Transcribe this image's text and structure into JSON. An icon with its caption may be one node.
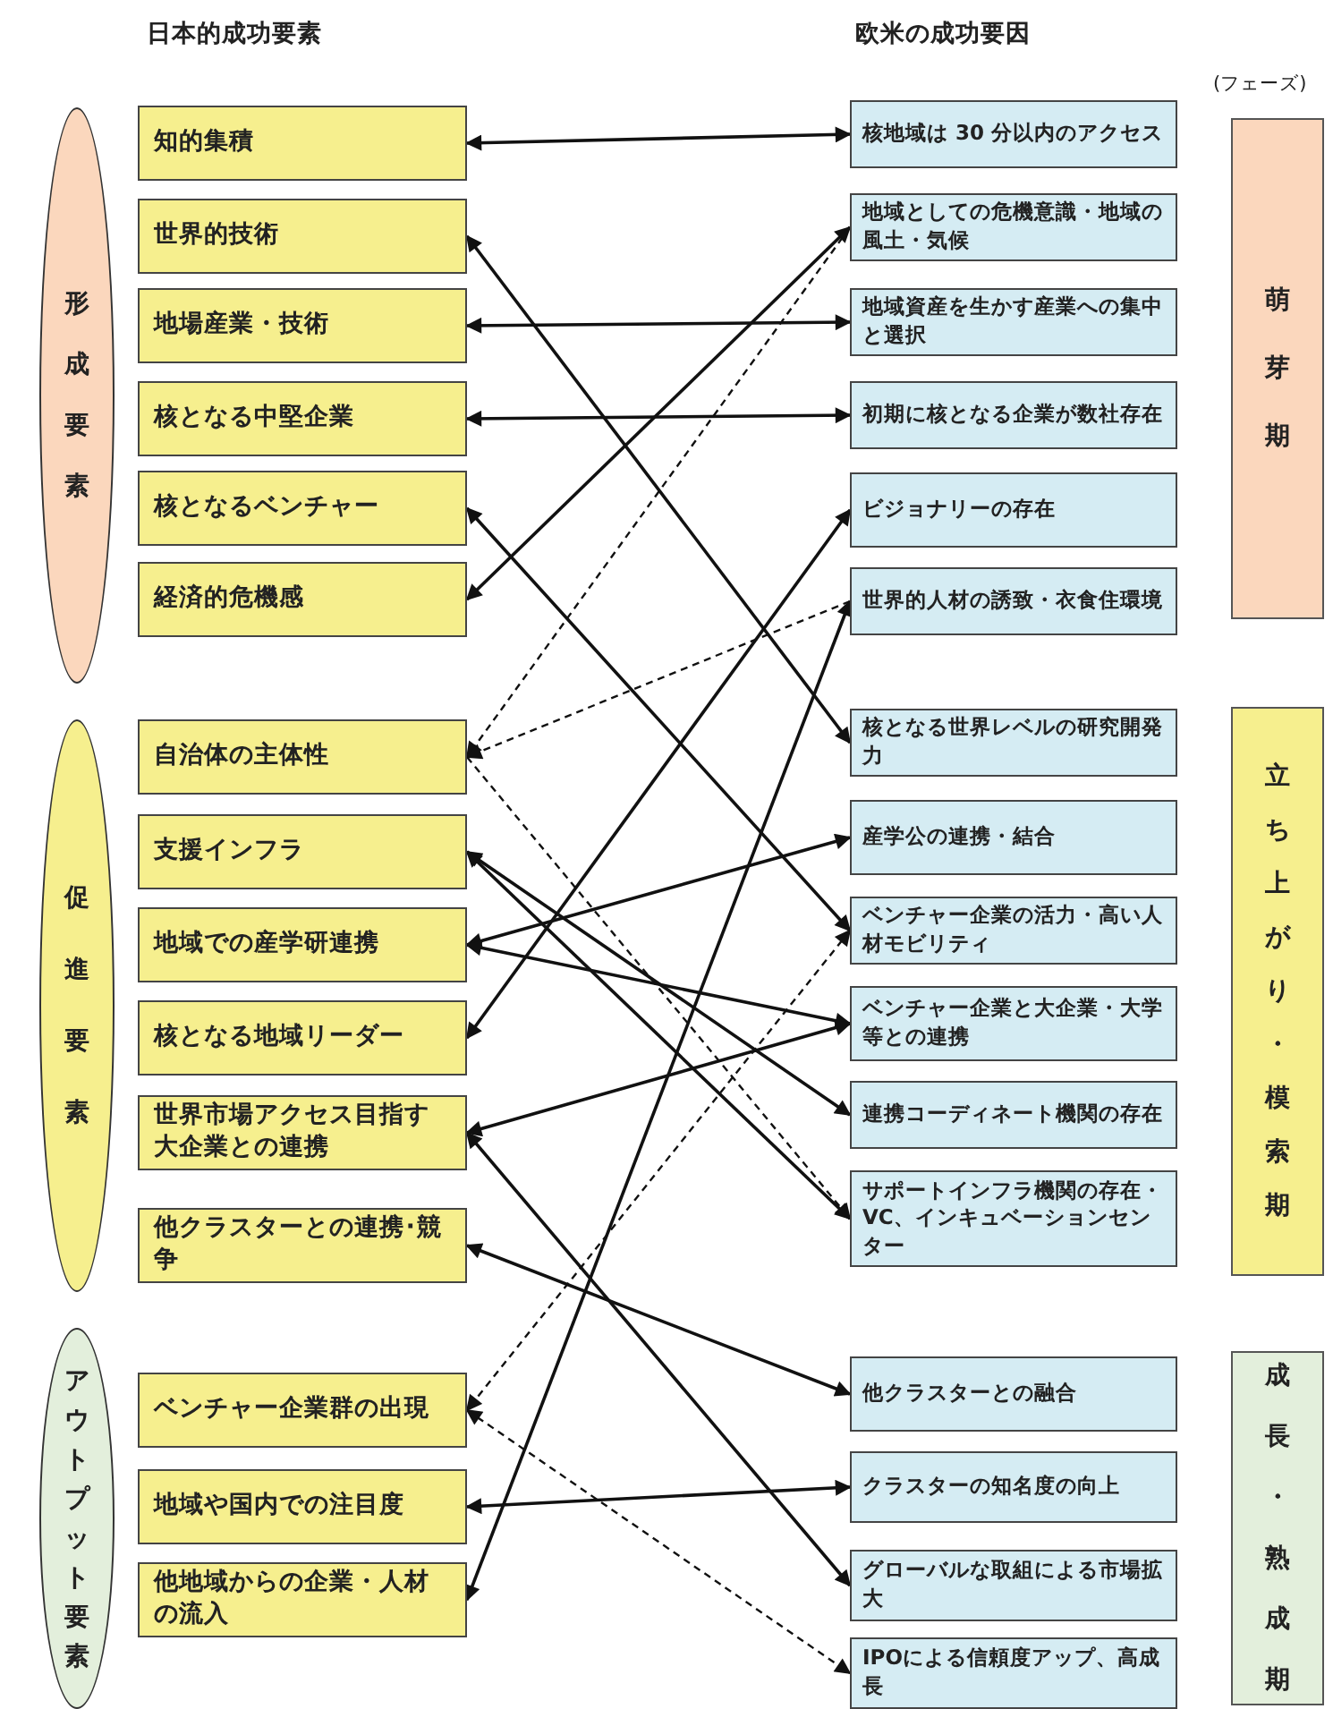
{
  "diagram": {
    "nodes": [
      {
        "text": [
          "形成要素"
        ]
      },
      {
        "text": [
          "促進要素"
        ]
      },
      {
        "text": [
          "アウトプット要素"
        ]
      },
      {
        "text": [
          "知的集積"
        ]
      },
      {
        "text": [
          "世界的技術"
        ]
      },
      {
        "text": [
          "地場産業・技術"
        ]
      },
      {
        "text": [
          "核となる中堅企業"
        ]
      },
      {
        "text": [
          "核となるベンチャー"
        ]
      },
      {
        "text": [
          "経済的危機感"
        ]
      },
      {
        "text": [
          "自治体の主体性"
        ]
      },
      {
        "text": [
          "支援インフラ"
        ]
      },
      {
        "text": [
          "地域での産学研連携"
        ]
      },
      {
        "text": [
          "核となる地域リーダー"
        ]
      },
      {
        "text": [
          "世界市場アクセス目指す大企業との連携"
        ]
      },
      {
        "text": [
          "他クラスターとの連携･競争"
        ]
      },
      {
        "text": [
          "ベンチャー企業群の出現"
        ]
      },
      {
        "text": [
          "地域や国内での注目度"
        ]
      },
      {
        "text": [
          "他地域からの企業・人材の流入"
        ]
      },
      {
        "text": [
          "核地域は 30 分以内のアクセス"
        ]
      },
      {
        "text": [
          "地域としての危機意識・地域の風土・気候"
        ]
      },
      {
        "text": [
          "地域資産を生かす産業への集中と選択"
        ]
      },
      {
        "text": [
          "初期に核となる企業が数社存在"
        ]
      },
      {
        "text": [
          "ビジョナリーの存在"
        ]
      },
      {
        "text": [
          "世界的人材の誘致・衣食住環境"
        ]
      },
      {
        "text": [
          "核となる世界レベルの研究開発力"
        ]
      },
      {
        "text": [
          "産学公の連携・結合"
        ]
      },
      {
        "text": [
          "ベンチャー企業の活力・高い人材モビリティ"
        ]
      },
      {
        "text": [
          "ベンチャー企業と大企業・大学等との連携"
        ]
      },
      {
        "text": [
          "連携コーディネート機関の存在"
        ]
      },
      {
        "text": [
          "サポートインフラ機関の存在・VC、インキュベーションセンター"
        ]
      },
      {
        "text": [
          "他クラスターとの融合"
        ]
      },
      {
        "text": [
          "クラスターの知名度の向上"
        ]
      },
      {
        "text": [
          "グローバルな取組による市場拡大"
        ]
      },
      {
        "text": [
          "IPOによる信頼度アップ、高成長"
        ]
      },
      {
        "text": [
          "萌芽期"
        ]
      },
      {
        "text": [
          "立ち上がり・模索期"
        ]
      },
      {
        "text": [
          "成長・熟成期"
        ]
      }
    ],
    "edges": [
      {
        "from": 3,
        "to": 18,
        "arrow": "both"
      },
      {
        "from": 4,
        "to": 24,
        "arrow": "both"
      },
      {
        "from": 5,
        "to": 20,
        "arrow": "both"
      },
      {
        "from": 6,
        "to": 21,
        "arrow": "both"
      },
      {
        "from": 7,
        "to": 26,
        "arrow": "both"
      },
      {
        "from": 8,
        "to": 19,
        "arrow": "both"
      },
      {
        "from": 19,
        "to": 9,
        "arrow": "to",
        "style": "dashed"
      },
      {
        "from": 23,
        "to": 9,
        "arrow": "to",
        "style": "dashed"
      },
      {
        "from": 9,
        "to": 29,
        "arrow": "to",
        "style": "dashed"
      },
      {
        "from": 10,
        "to": 28,
        "arrow": "both"
      },
      {
        "from": 10,
        "to": 29,
        "arrow": "both"
      },
      {
        "from": 11,
        "to": 25,
        "arrow": "both"
      },
      {
        "from": 11,
        "to": 27,
        "arrow": "both"
      },
      {
        "from": 12,
        "to": 22,
        "arrow": "both"
      },
      {
        "from": 13,
        "to": 27,
        "arrow": "both"
      },
      {
        "from": 13,
        "to": 32,
        "arrow": "both"
      },
      {
        "from": 14,
        "to": 30,
        "arrow": "both"
      },
      {
        "from": 26,
        "to": 15,
        "arrow": "both",
        "style": "dashed"
      },
      {
        "from": 15,
        "to": 33,
        "arrow": "both",
        "style": "dashed"
      },
      {
        "from": 16,
        "to": 31,
        "arrow": "both"
      },
      {
        "from": 17,
        "to": 23,
        "arrow": "both"
      }
    ],
    "labels": [
      "日本的成功要素",
      "欧米の成功要因",
      "(フェーズ)"
    ]
  }
}
